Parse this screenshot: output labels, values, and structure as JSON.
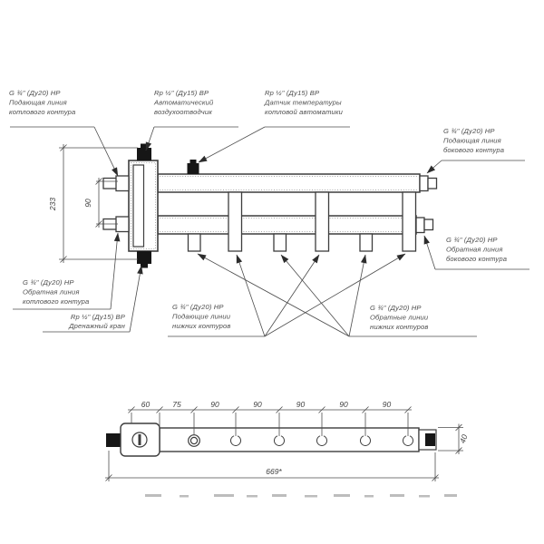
{
  "drawing": {
    "type": "technical-drawing",
    "subject": "hydraulic manifold with separator, front view and plan view",
    "colors": {
      "line": "#3d3d3d",
      "annotation": "#4d4d4d",
      "fitting_fill": "#161616",
      "background": "#ffffff"
    },
    "callouts": {
      "boiler_supply": {
        "l1": "G ¾\" (Ду20) НР",
        "l2": "Подающая линия",
        "l3": "котлового контура"
      },
      "air_vent": {
        "l1": "Rp ½\" (Ду15) ВР",
        "l2": "Автоматический",
        "l3": "воздухоотводчик"
      },
      "temp_sensor": {
        "l1": "Rp ½\" (Ду15) ВР",
        "l2": "Датчик температуры",
        "l3": "котловой автоматики"
      },
      "side_supply": {
        "l1": "G ¾\" (Ду20) НР",
        "l2": "Подающая линия",
        "l3": "бокового контура"
      },
      "side_return": {
        "l1": "G ¾\" (Ду20) НР",
        "l2": "Обратная линия",
        "l3": "бокового контура"
      },
      "boiler_return": {
        "l1": "G ¾\" (Ду20) НР",
        "l2": "Обратная линия",
        "l3": "котлового контура"
      },
      "drain": {
        "l1": "Rp ½\" (Ду15) ВР",
        "l2": "Дренажный кран"
      },
      "lower_supply": {
        "l1": "G ¾\" (Ду20) НР",
        "l2": "Подающие линии",
        "l3": "нижних контуров"
      },
      "lower_return": {
        "l1": "G ¾\" (Ду20) НР",
        "l2": "Обратные линии",
        "l3": "нижних контуров"
      }
    },
    "dimensions": {
      "front_height": "233",
      "front_port_spacing": "90",
      "plan_segments": [
        "60",
        "75",
        "90",
        "90",
        "90",
        "90",
        "90"
      ],
      "plan_overall": "669*",
      "plan_width": "40"
    }
  }
}
